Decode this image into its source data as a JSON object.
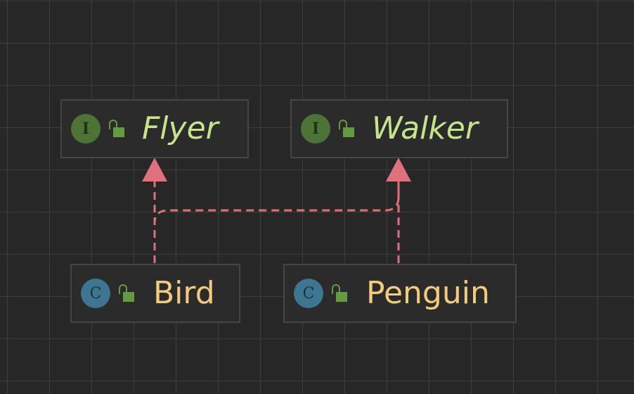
{
  "colors": {
    "canvas": "#272727",
    "grid": "#3d3d3d",
    "node_fill": "#2b2b2b",
    "node_border": "#454545",
    "interface_badge": "#4d7436",
    "class_badge": "#3e7590",
    "visibility_icon": "#639b41",
    "interface_name": "#c5e58b",
    "class_name": "#f3cb7c",
    "realization_edge": "#e0707b"
  },
  "nodes": [
    {
      "id": "flyer",
      "name": "Flyer",
      "kind": "interface",
      "badge": "I",
      "visibility_icon": "public-lock-icon"
    },
    {
      "id": "walker",
      "name": "Walker",
      "kind": "interface",
      "badge": "I",
      "visibility_icon": "public-lock-icon"
    },
    {
      "id": "bird",
      "name": "Bird",
      "kind": "class",
      "badge": "C",
      "visibility_icon": "public-lock-icon"
    },
    {
      "id": "penguin",
      "name": "Penguin",
      "kind": "class",
      "badge": "C",
      "visibility_icon": "public-lock-icon"
    }
  ],
  "edges": [
    {
      "from": "bird",
      "to": "flyer",
      "type": "realization"
    },
    {
      "from": "bird",
      "to": "walker",
      "type": "realization"
    },
    {
      "from": "penguin",
      "to": "walker",
      "type": "realization"
    }
  ]
}
